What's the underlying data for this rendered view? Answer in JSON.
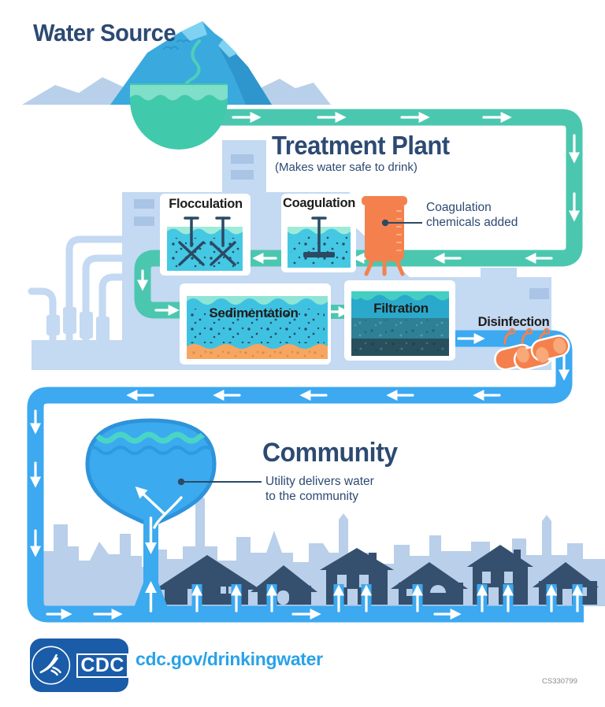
{
  "water_source": {
    "title": "Water Source"
  },
  "treatment_plant": {
    "title": "Treatment Plant",
    "subtitle": "(Makes water safe to drink)",
    "flocculation": "Flocculation",
    "coagulation": "Coagulation",
    "sedimentation": "Sedimentation",
    "filtration": "Filtration",
    "disinfection": "Disinfection",
    "chemicals_callout_line1": "Coagulation",
    "chemicals_callout_line2": "chemicals added"
  },
  "community": {
    "title": "Community",
    "callout_line1": "Utility delivers water",
    "callout_line2": "to the community"
  },
  "footer": {
    "logo": "CDC",
    "url": "cdc.gov/drinkingwater",
    "code": "CS330799"
  },
  "colors": {
    "teal_pipe": "#4CC7AF",
    "blue_pipe": "#3CA9F1",
    "navy": "#2C4A72",
    "orange_accent": "#F4814D",
    "building_blue": "#C4D9F2",
    "house_navy": "#35506E"
  }
}
